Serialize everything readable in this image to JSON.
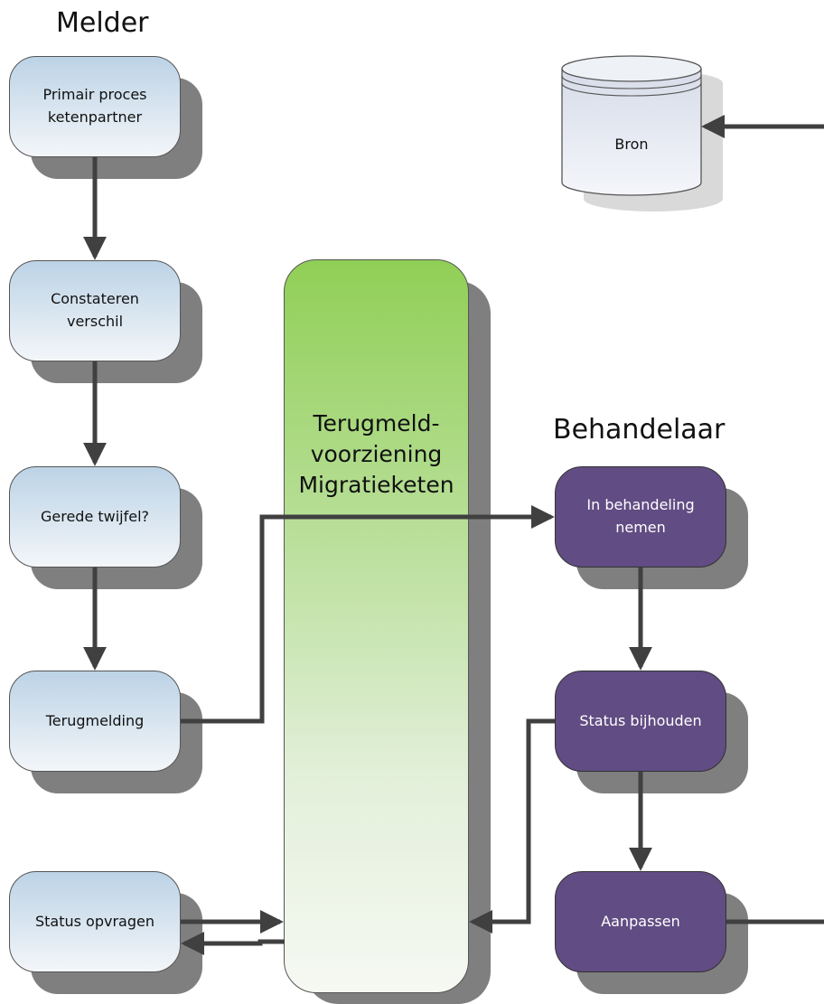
{
  "lanes": {
    "melder": "Melder",
    "behandelaar": "Behandelaar"
  },
  "central": {
    "line1": "Terugmeld-",
    "line2": "voorziening",
    "line3": "Migratieketen"
  },
  "bron": {
    "label": "Bron"
  },
  "melder_nodes": [
    {
      "label": "Primair proces\nketenpartner"
    },
    {
      "label": "Constateren\nverschil"
    },
    {
      "label": "Gerede twijfel?"
    },
    {
      "label": "Terugmelding"
    },
    {
      "label": "Status opvragen"
    }
  ],
  "behandelaar_nodes": [
    {
      "label": "In behandeling\nnemen"
    },
    {
      "label": "Status bijhouden"
    },
    {
      "label": "Aanpassen"
    }
  ],
  "colors": {
    "melder_fill_top": "#bcd3e6",
    "melder_fill_bottom": "#f3f6f9",
    "behandelaar_fill": "#614c83",
    "central_fill_top": "#90cf56",
    "central_fill_bottom": "#f6f9f3",
    "shadow": "#7f7f7f",
    "connector": "#404040"
  }
}
